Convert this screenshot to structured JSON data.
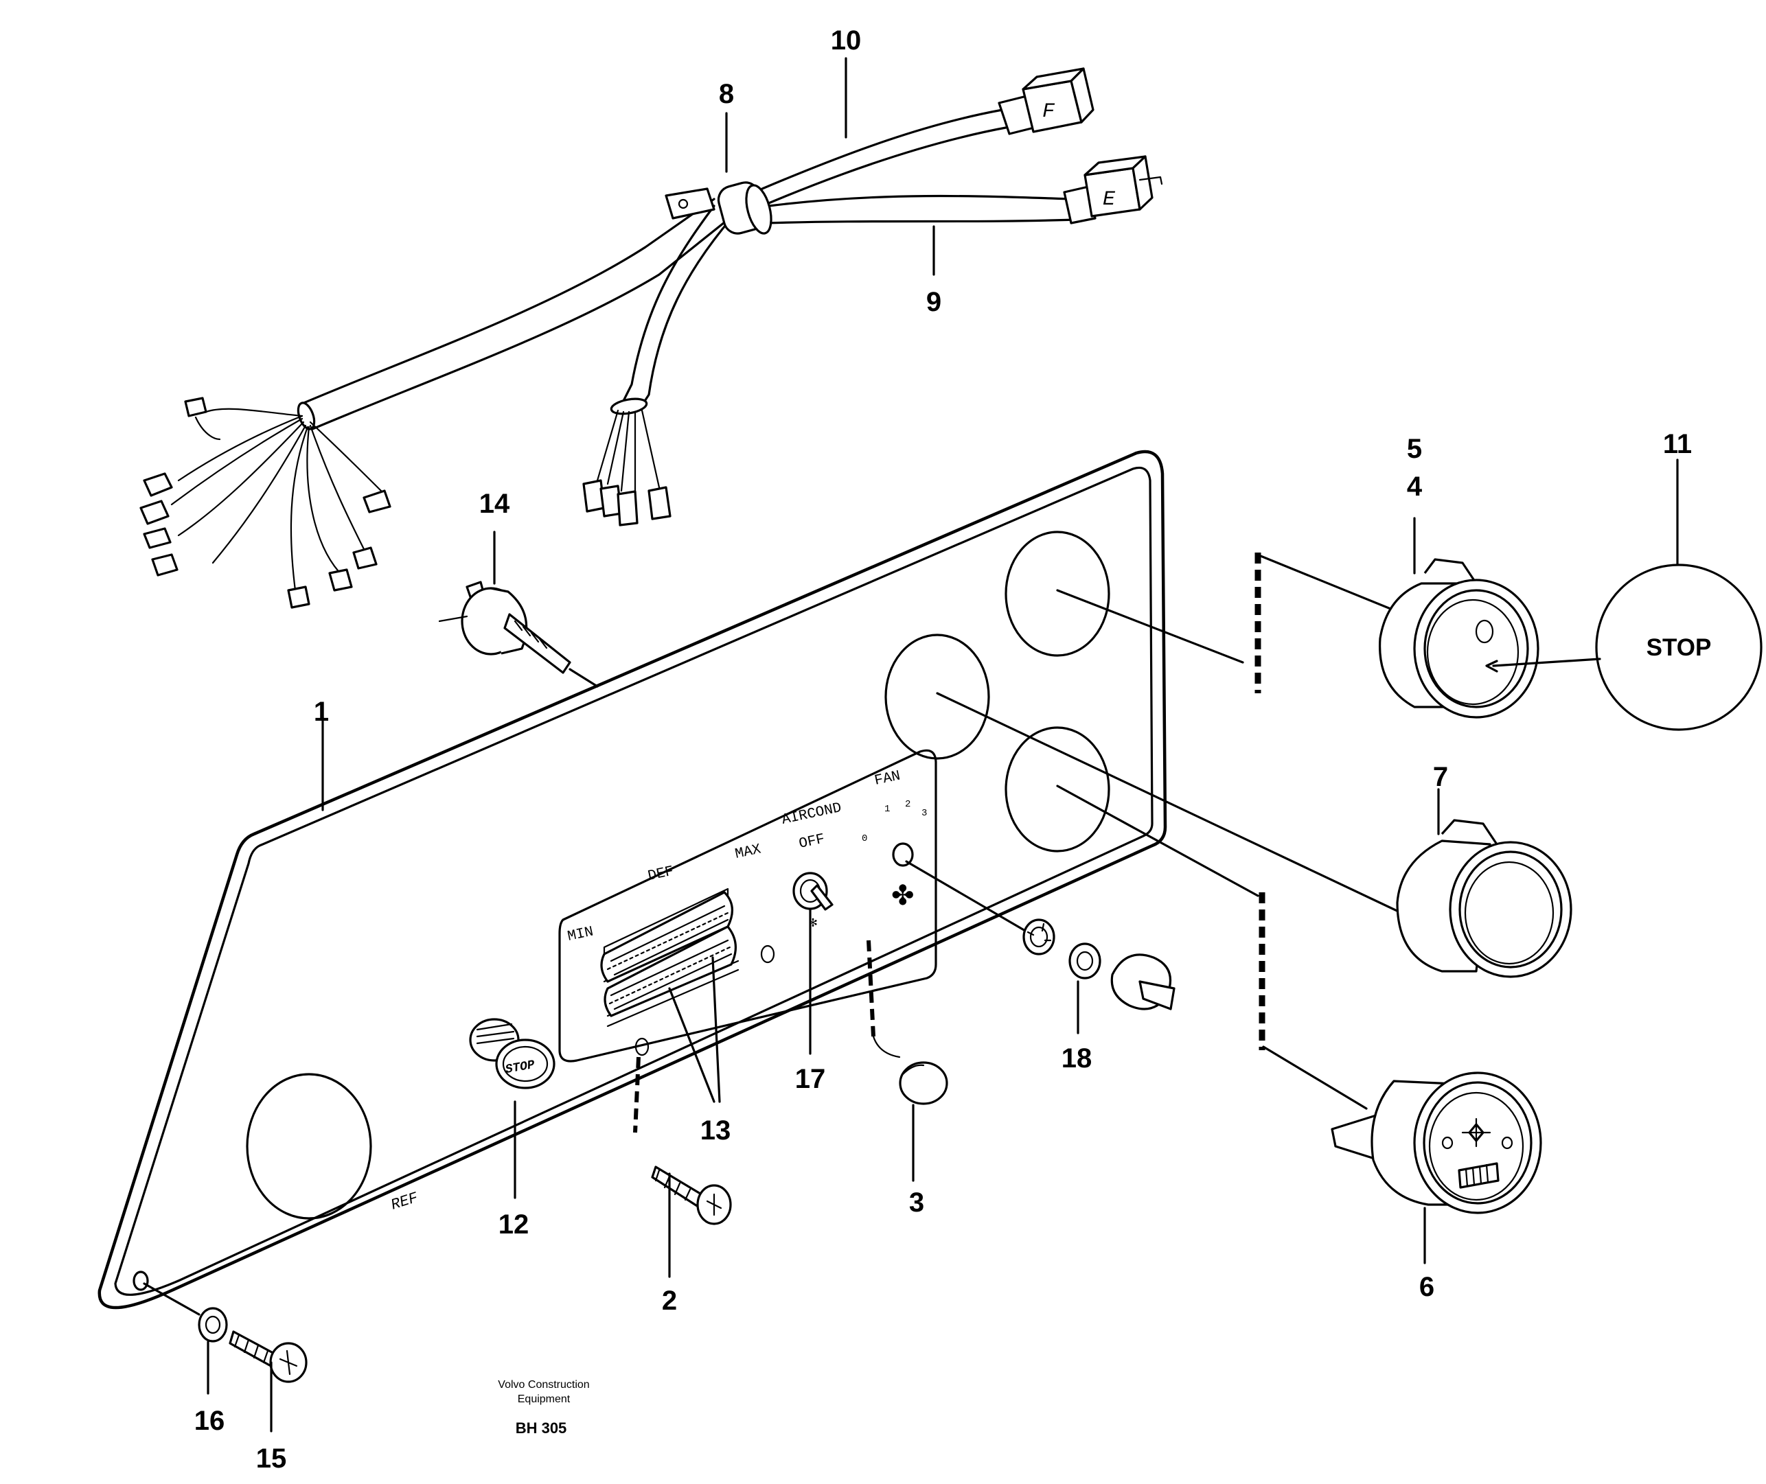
{
  "callouts": {
    "c1": "1",
    "c2": "2",
    "c3": "3",
    "c4": "4",
    "c5": "5",
    "c6": "6",
    "c7": "7",
    "c8": "8",
    "c9": "9",
    "c10": "10",
    "c11": "11",
    "c12": "12",
    "c13": "13",
    "c14": "14",
    "c15": "15",
    "c16": "16",
    "c17": "17",
    "c18": "18"
  },
  "panel_labels": {
    "min": "MIN",
    "def": "DEF",
    "max": "MAX",
    "aircond": "AIRCOND",
    "off": "OFF",
    "fan": "FAN",
    "fan_0": "0",
    "fan_1": "1",
    "fan_2": "2",
    "fan_3": "3",
    "ref": "REF",
    "connector_f": "F",
    "connector_e": "E",
    "stop_button": "STOP"
  },
  "stop_detail": "STOP",
  "footer": {
    "line1": "Volvo Construction",
    "line2": "Equipment",
    "code": "BH 305"
  }
}
